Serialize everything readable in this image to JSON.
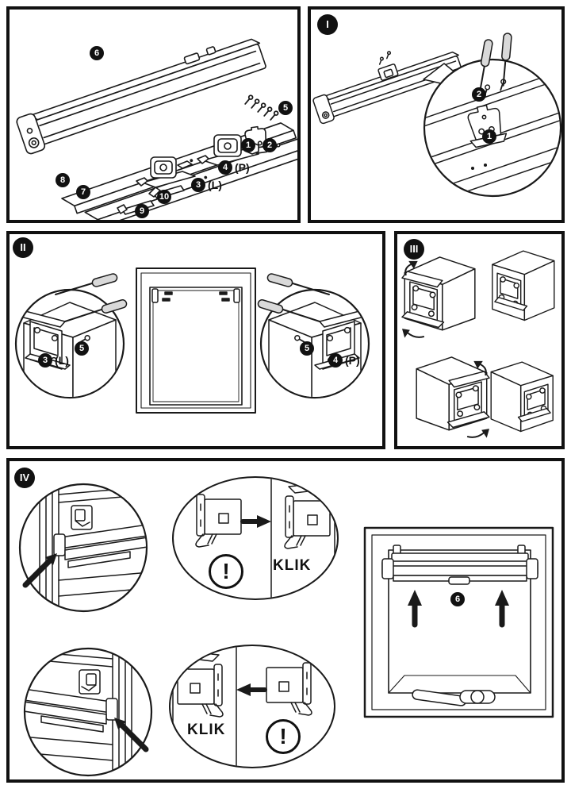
{
  "meta": {
    "type": "assembly-instructions",
    "subject": "roller-blind-window-installation"
  },
  "colors": {
    "ink": "#1a1a1a",
    "paper": "#ffffff",
    "badge_bg": "#111111",
    "metal": "#d9d9d9"
  },
  "parts": {
    "n1": "1",
    "n2": "2",
    "n3": "3",
    "n4": "4",
    "n5": "5",
    "n6": "6",
    "n7": "7",
    "n8": "8",
    "n9": "9",
    "n10": "10",
    "suffix_left": "(L)",
    "suffix_right": "(P)"
  },
  "steps": {
    "s1": "I",
    "s2": "II",
    "s3": "III",
    "s4": "IV"
  },
  "labels": {
    "klik": "KLIK",
    "warning": "!"
  }
}
